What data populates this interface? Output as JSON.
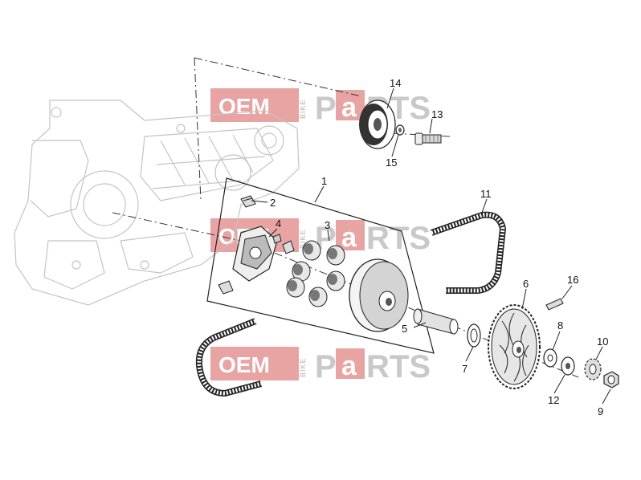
{
  "watermark": {
    "brand_left": "OEM",
    "brand_vertical": "BIKE",
    "brand_p": "P",
    "brand_a": "a",
    "brand_right": "RTS",
    "colors": {
      "red": "#e8a3a3",
      "grey": "#c9c9c9"
    }
  },
  "callouts": [
    {
      "id": "1",
      "label": "1"
    },
    {
      "id": "2",
      "label": "2"
    },
    {
      "id": "3",
      "label": "3"
    },
    {
      "id": "4",
      "label": "4"
    },
    {
      "id": "5",
      "label": "5"
    },
    {
      "id": "6",
      "label": "6"
    },
    {
      "id": "7",
      "label": "7"
    },
    {
      "id": "8",
      "label": "8"
    },
    {
      "id": "9",
      "label": "9"
    },
    {
      "id": "10",
      "label": "10"
    },
    {
      "id": "11",
      "label": "11"
    },
    {
      "id": "12",
      "label": "12"
    },
    {
      "id": "13",
      "label": "13"
    },
    {
      "id": "14",
      "label": "14"
    },
    {
      "id": "15",
      "label": "15"
    },
    {
      "id": "16",
      "label": "16"
    }
  ]
}
